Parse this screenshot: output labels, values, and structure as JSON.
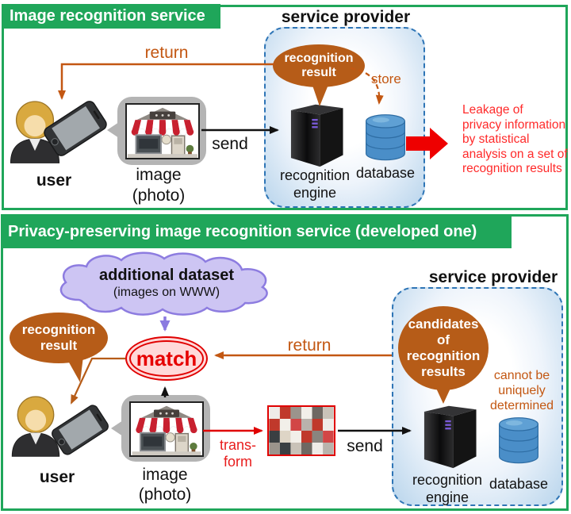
{
  "panel1": {
    "title": "Image recognition service",
    "provider_title": "service provider",
    "bubble_lines": [
      "recognition",
      "result"
    ],
    "labels": {
      "return": "return",
      "user": "user",
      "image": "image",
      "photo": "(photo)",
      "send": "send",
      "store": "store",
      "database": "database",
      "engine_line1": "recognition",
      "engine_line2": "engine"
    },
    "leakage_lines": [
      "Leakage of",
      "privacy information",
      "by statistical",
      "analysis on a set of",
      "recognition results"
    ]
  },
  "panel2": {
    "title": "Privacy-preserving image recognition service (developed one)",
    "provider_title": "service provider",
    "cloud_title": "additional dataset",
    "cloud_sub": "(images on WWW)",
    "bubble_lines": [
      "recognition",
      "result"
    ],
    "candidates_lines": [
      "candidates",
      "of",
      "recognition",
      "results"
    ],
    "cannot_lines": [
      "cannot be",
      "uniquely",
      "determined"
    ],
    "labels": {
      "return": "return",
      "user": "user",
      "image": "image",
      "photo": "(photo)",
      "send": "send",
      "match": "match",
      "transform_line1": "trans-",
      "transform_line2": "form",
      "database": "database",
      "engine_line1": "recognition",
      "engine_line2": "engine"
    }
  },
  "colors": {
    "green": "#1fa65a",
    "orange": "#c35712",
    "bubble": "#b65c18",
    "red": "#ee0000",
    "blue-border": "#2e75b6",
    "purple": "#8b7ae0"
  }
}
